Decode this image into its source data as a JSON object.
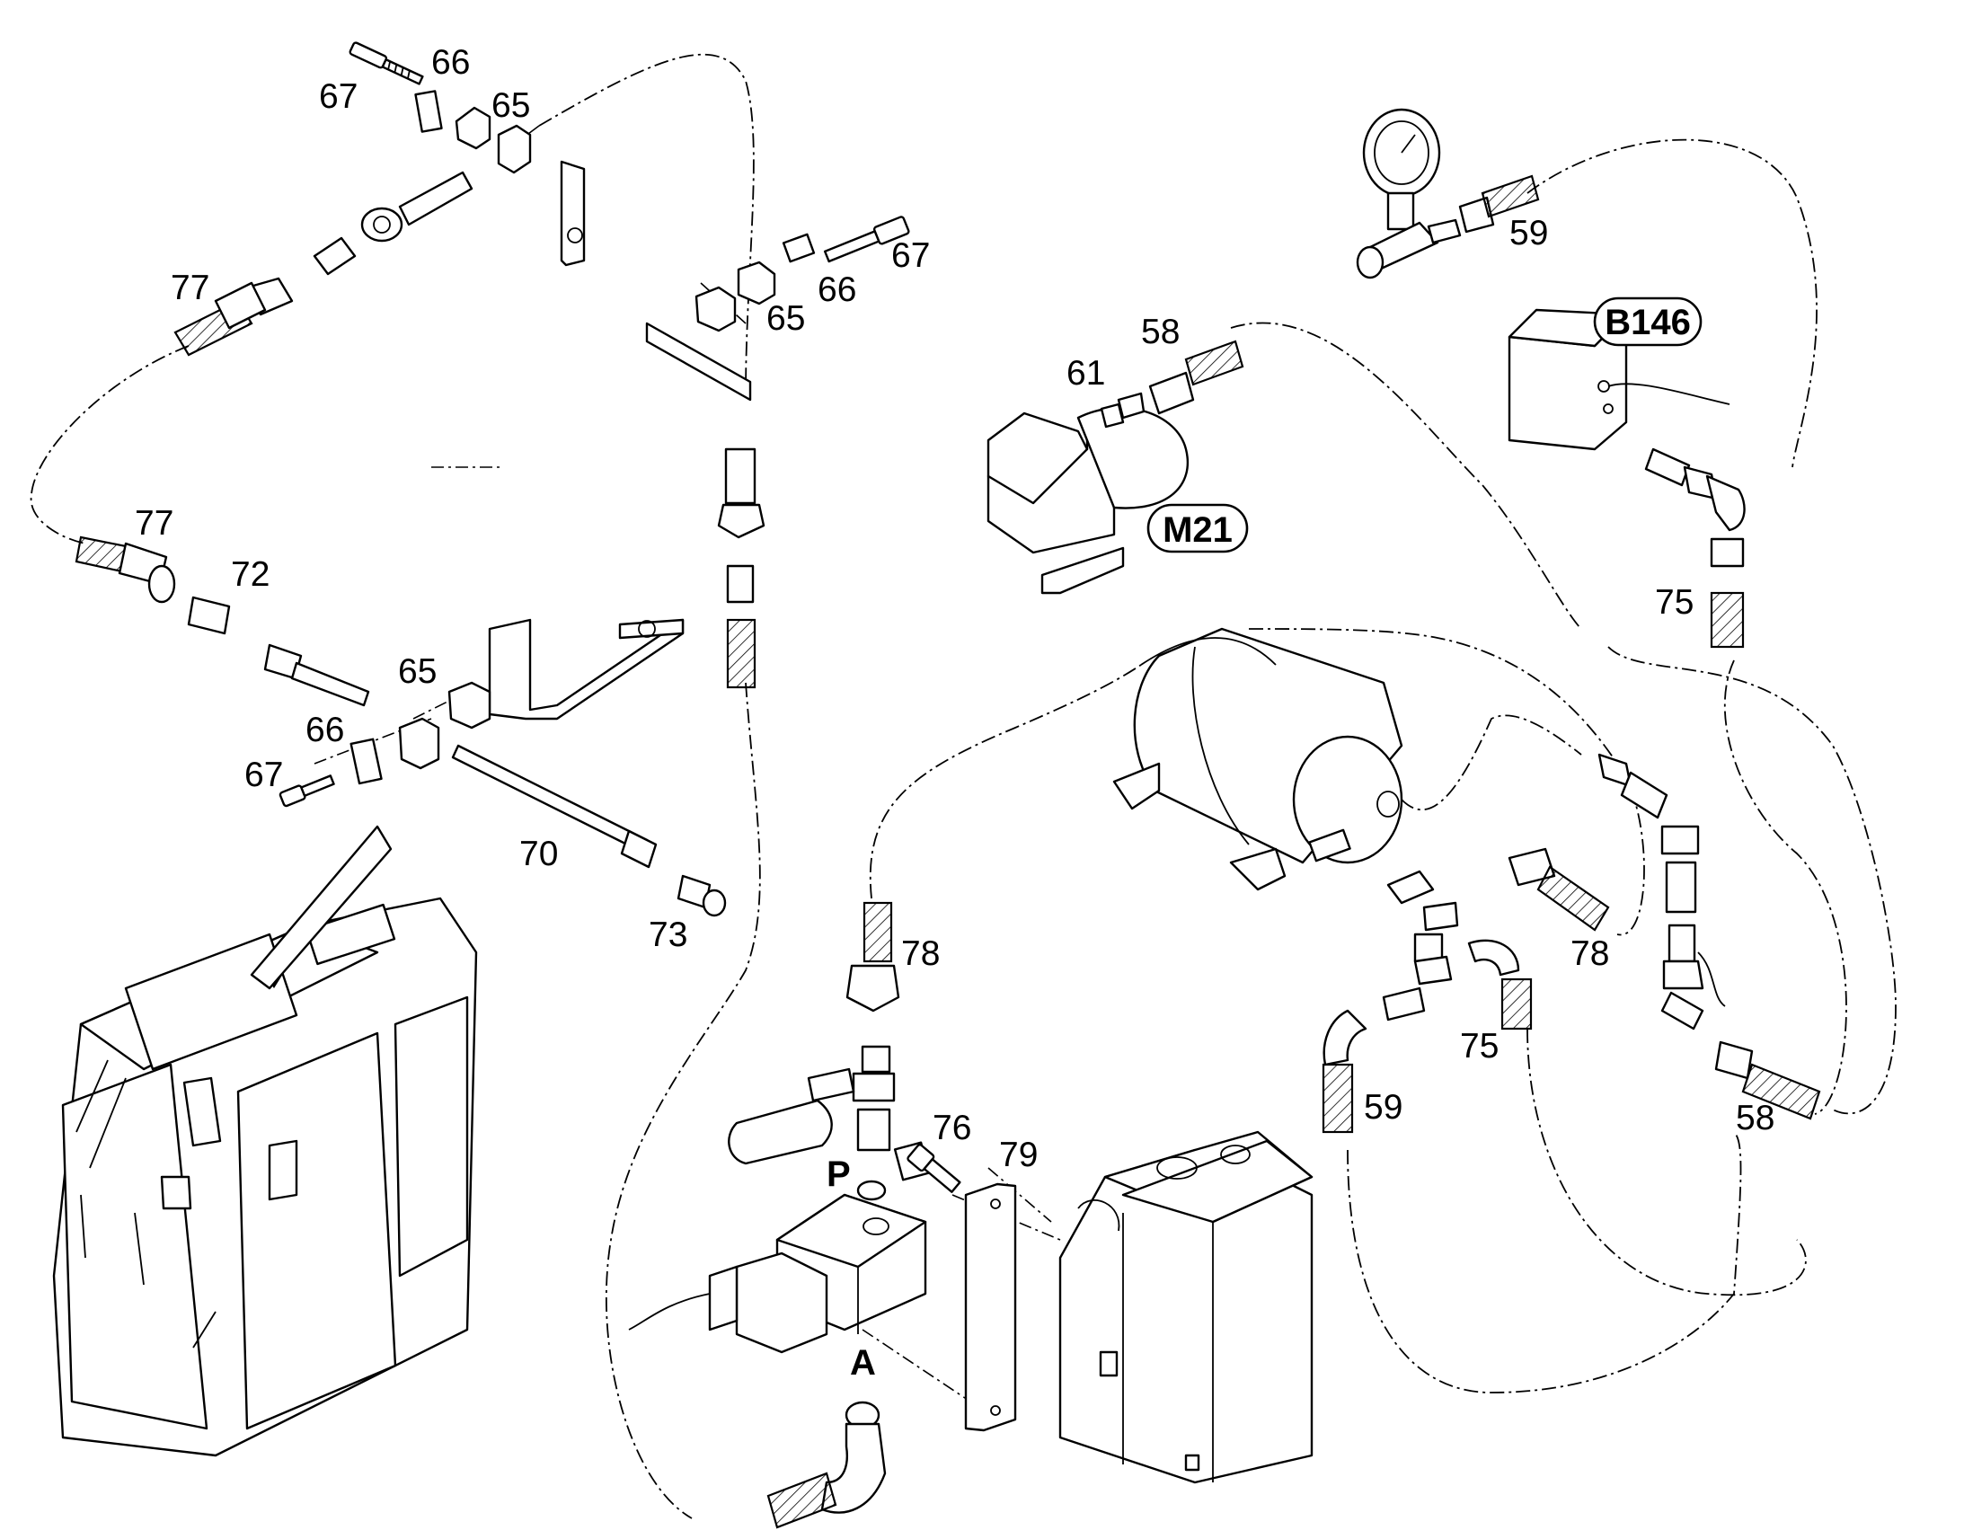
{
  "diagram": {
    "part_labels": {
      "p67a": "67",
      "p66a": "66",
      "p65a": "65",
      "p77a": "77",
      "p77b": "77",
      "p72": "72",
      "p65b": "65",
      "p66b": "66",
      "p67b": "67",
      "p66c": "66",
      "p65c": "65",
      "p67c": "67",
      "p70": "70",
      "p73": "73",
      "p61": "61",
      "p58a": "58",
      "p59a": "59",
      "p75a": "75",
      "p78a": "78",
      "p78b": "78",
      "p76": "76",
      "p79": "79",
      "p75b": "75",
      "p59b": "59",
      "p58b": "58"
    },
    "component_tags": {
      "b146": "B146",
      "m21": "M21"
    },
    "port_labels": {
      "p": "P",
      "a": "A"
    }
  }
}
